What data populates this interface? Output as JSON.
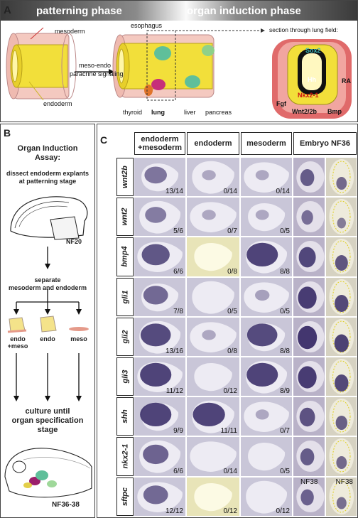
{
  "panel_a": {
    "letter": "A",
    "phase_left": "patterning phase",
    "phase_right": "organ induction phase",
    "labels": {
      "mesoderm": "mesoderm",
      "endoderm": "endoderm",
      "signaling_line1": "meso-endo",
      "signaling_line2": "paracrine signaling",
      "esophagus": "esophagus",
      "section": "section through lung field:",
      "thyroid": "thyroid",
      "lung": "lung",
      "liver": "liver",
      "pancreas": "pancreas",
      "sox2": "Sox2",
      "hh": "Hh",
      "nkx": "Nkx2-1",
      "fgf": "Fgf",
      "ra": "RA",
      "wnt": "Wnt2/2b",
      "bmp": "Bmp"
    }
  },
  "panel_b": {
    "letter": "B",
    "title_line1": "Organ Induction",
    "title_line2": "Assay:",
    "step1_line1": "dissect endoderm explants",
    "step1_line2": "at patterning stage",
    "stage1": "NF20",
    "step2_line1": "separate",
    "step2_line2": "mesoderm and endoderm",
    "branch1_line1": "endo",
    "branch1_line2": "+meso",
    "branch2": "endo",
    "branch3": "meso",
    "step3_line1": "culture until",
    "step3_line2": "organ specification",
    "step3_line3": "stage",
    "stage2": "NF36-38"
  },
  "panel_c": {
    "letter": "C",
    "columns": [
      "endoderm\n+mesoderm",
      "endoderm",
      "mesoderm",
      "Embryo NF36"
    ],
    "columns_split": [
      [
        "endoderm",
        "+mesoderm"
      ],
      [
        "endoderm"
      ],
      [
        "mesoderm"
      ],
      [
        "Embryo NF36"
      ]
    ],
    "nf38_label": "NF38",
    "rows": [
      {
        "gene": "wnt2b",
        "ratios": [
          "13/14",
          "0/14",
          "0/14"
        ],
        "stain": [
          0.45,
          0.05,
          0.05
        ],
        "emb": 0.5
      },
      {
        "gene": "wnt2",
        "ratios": [
          "5/6",
          "0/7",
          "0/5"
        ],
        "stain": [
          0.4,
          0.05,
          0.05
        ],
        "emb": 0.35
      },
      {
        "gene": "bmp4",
        "ratios": [
          "6/6",
          "0/8",
          "8/8"
        ],
        "stain": [
          0.7,
          0.0,
          0.85
        ],
        "emb": 0.7
      },
      {
        "gene": "gli1",
        "ratios": [
          "7/8",
          "0/5",
          "0/5"
        ],
        "stain": [
          0.55,
          0.02,
          0.1
        ],
        "emb": 0.8
      },
      {
        "gene": "gli2",
        "ratios": [
          "13/16",
          "0/8",
          "8/8"
        ],
        "stain": [
          0.8,
          0.05,
          0.8
        ],
        "emb": 0.85
      },
      {
        "gene": "gli3",
        "ratios": [
          "11/12",
          "0/12",
          "8/9"
        ],
        "stain": [
          0.85,
          0.03,
          0.85
        ],
        "emb": 0.8
      },
      {
        "gene": "shh",
        "ratios": [
          "9/9",
          "11/11",
          "0/7"
        ],
        "stain": [
          0.85,
          0.85,
          0.05
        ],
        "emb": 0.6
      },
      {
        "gene": "nkx2-1",
        "ratios": [
          "6/6",
          "0/14",
          "0/5"
        ],
        "stain": [
          0.6,
          0.03,
          0.03
        ],
        "emb": 0.5
      },
      {
        "gene": "sftpc",
        "ratios": [
          "12/12",
          "0/12",
          "0/12"
        ],
        "stain": [
          0.55,
          0.0,
          0.02
        ],
        "emb": 0.45
      }
    ]
  },
  "colors": {
    "endoderm_yellow": "#f3e03a",
    "mesoderm_pink": "#e8a8a0",
    "stain_purple": "#2a1d5c",
    "explant_bg": "#c9c6d8"
  }
}
